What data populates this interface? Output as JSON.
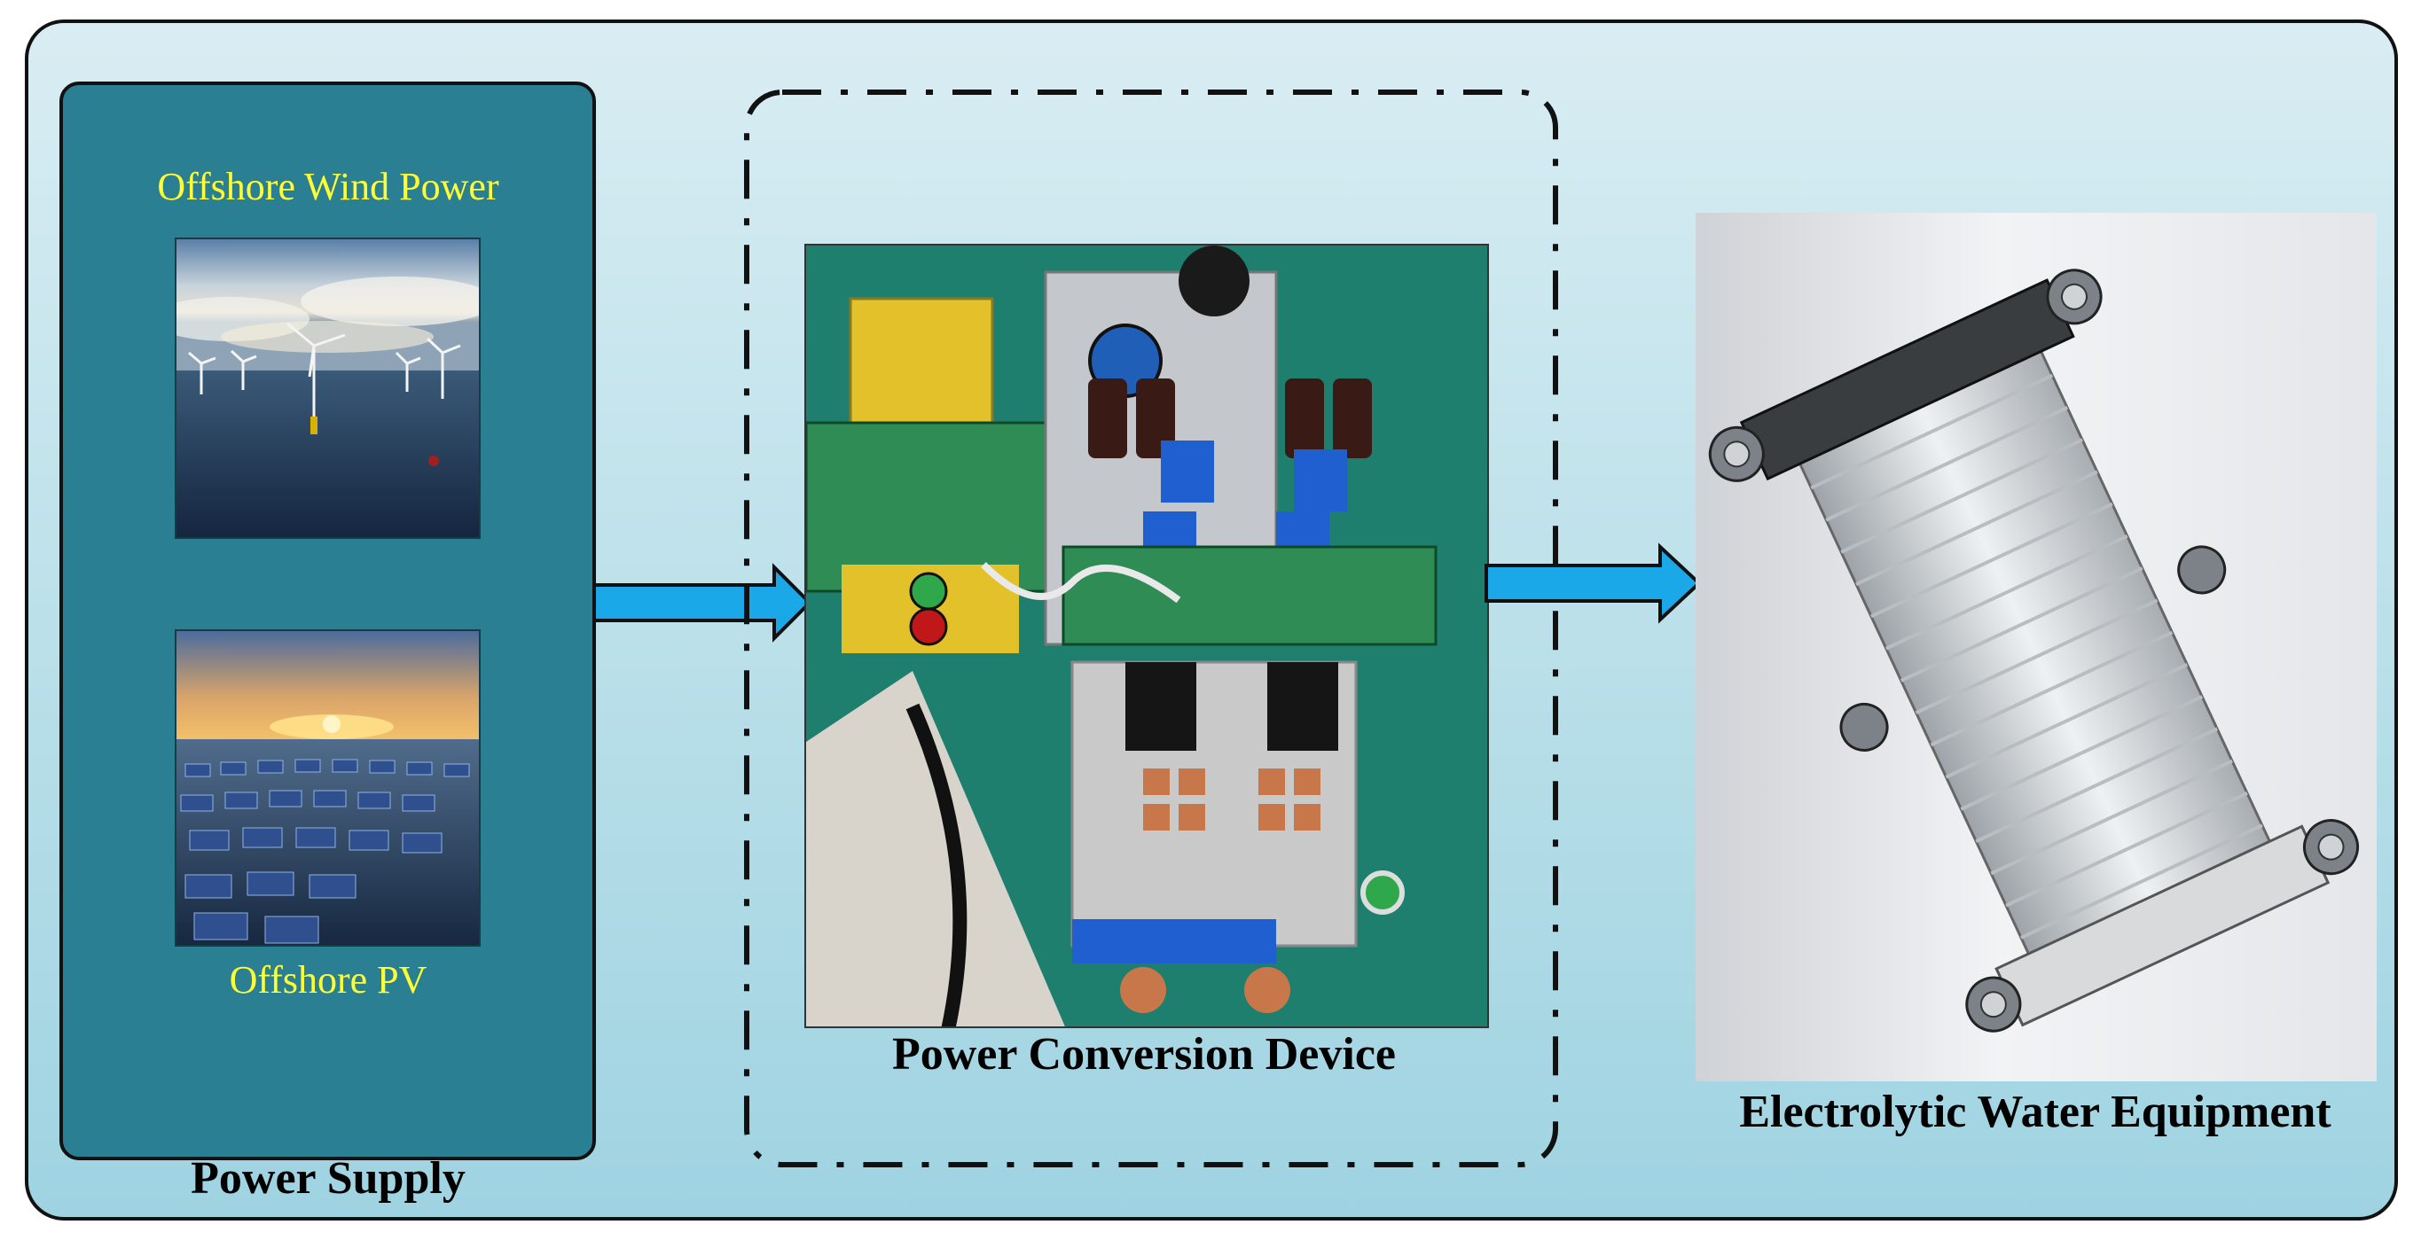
{
  "diagram": {
    "supply": {
      "wind_label": "Offshore Wind Power",
      "pv_label": "Offshore PV",
      "caption": "Power Supply"
    },
    "conversion": {
      "caption": "Power Conversion Device"
    },
    "electrolysis": {
      "caption": "Electrolytic Water Equipment"
    },
    "colors": {
      "background": "#cde8f0",
      "panel": "#2a7f92",
      "panel_label": "#ffff33",
      "arrow": "#1aa8e8"
    }
  }
}
